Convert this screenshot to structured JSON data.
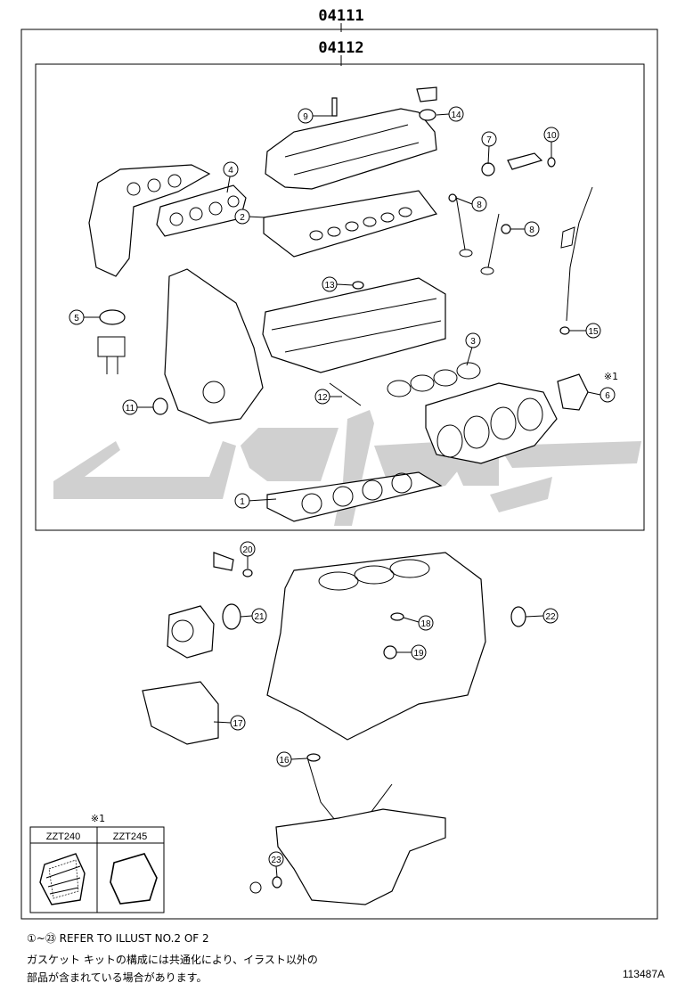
{
  "header": {
    "outer_code": "04111",
    "inner_code": "04112"
  },
  "callouts": [
    "1",
    "2",
    "3",
    "4",
    "5",
    "6",
    "7",
    "8",
    "8",
    "9",
    "10",
    "11",
    "12",
    "13",
    "14",
    "15",
    "16",
    "17",
    "18",
    "19",
    "20",
    "21",
    "22",
    "23"
  ],
  "variant_note": {
    "mark": "※1",
    "col1": "ZZT240",
    "col2": "ZZT245"
  },
  "side_mark": "※1",
  "footer": {
    "line1": "①~㉓ REFER TO ILLUST NO.2 OF 2",
    "line2": "ガスケット キットの構成には共通化により、イラスト以外の",
    "line3": "部品が含まれている場合があります。"
  },
  "illustration_id": "113487A",
  "colors": {
    "line": "#000000",
    "watermark": "#c8c8c8"
  }
}
